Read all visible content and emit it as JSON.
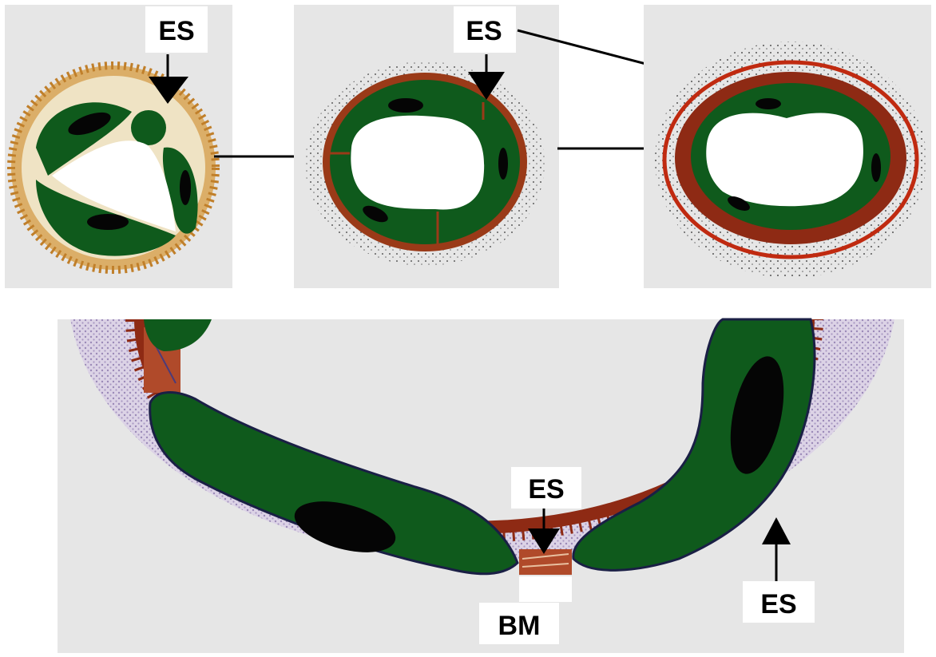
{
  "labels": {
    "es_panel1": "ES",
    "es_panel2": "ES",
    "es_bottom_center": "ES",
    "es_bottom_right": "ES",
    "bm_bottom": "BM"
  },
  "colors": {
    "panel_bg": "#e6e6e6",
    "cell": "#0f5a1c",
    "nucleus": "#050505",
    "matrix_red": "#8e2a14",
    "membrane_purple": "#cfc3dd",
    "halo_tan": "#d9a75a"
  }
}
